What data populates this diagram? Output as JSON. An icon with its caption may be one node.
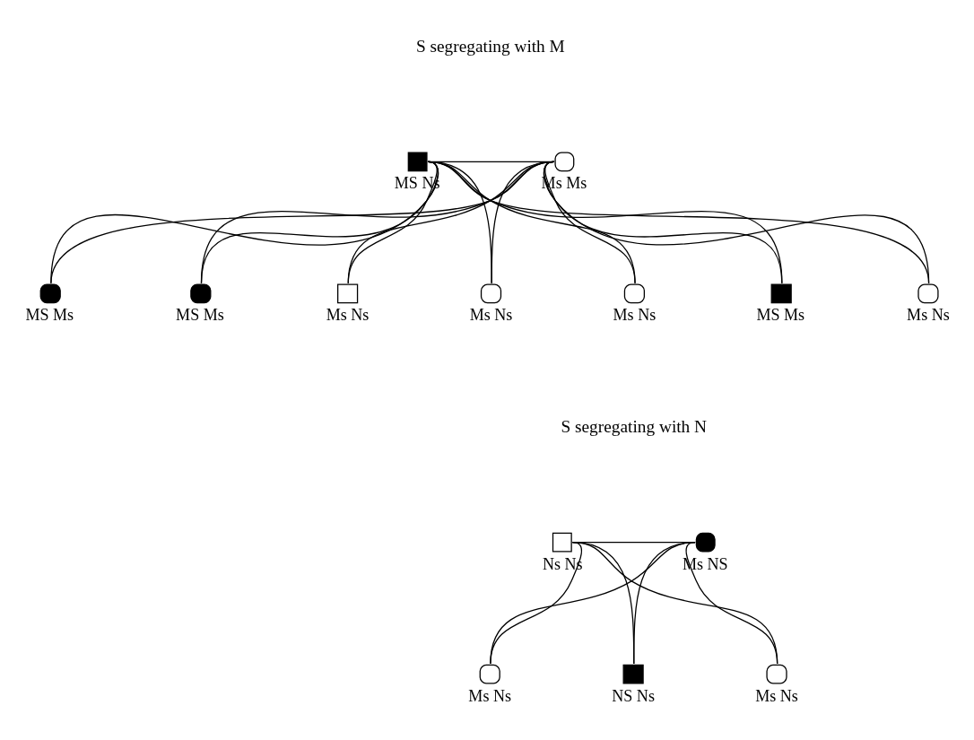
{
  "diagram": {
    "nodes": [
      {
        "text": [],
        "shape": "box",
        "beside": [
          "MS Ns"
        ]
      },
      {
        "text": [],
        "shape": "circle",
        "beside": [
          "Ms Ms"
        ]
      },
      {
        "text": [],
        "shape": "circle",
        "beside": [
          "MS Ms"
        ]
      },
      {
        "text": [],
        "shape": "box",
        "beside": [
          "Ms Ns"
        ]
      },
      {
        "text": [],
        "shape": "circle",
        "beside": [
          "Ms Ns"
        ]
      },
      {
        "text": [],
        "shape": "circle",
        "beside": [
          "Ms Ns"
        ]
      },
      {
        "text": [],
        "shape": "box",
        "beside": [
          "MS Ms"
        ]
      },
      {
        "text": [],
        "shape": "circle",
        "beside": [
          "Ms Ns"
        ]
      },
      {
        "text": [],
        "shape": "circle",
        "beside": [
          "MS Ms"
        ]
      },
      {
        "text": [],
        "shape": "box",
        "beside": [
          "Ns Ns"
        ]
      },
      {
        "text": [],
        "shape": "circle",
        "beside": [
          "Ms NS"
        ]
      },
      {
        "text": [],
        "shape": "circle",
        "beside": [
          "Ms Ns"
        ]
      },
      {
        "text": [],
        "shape": "box",
        "beside": [
          "NS Ns"
        ]
      },
      {
        "text": [],
        "shape": "circle",
        "beside": [
          "Ms Ns"
        ]
      }
    ],
    "edges": [
      {
        "from": 0,
        "to": 1,
        "arrow": "none"
      },
      {
        "from": 0,
        "to": 2,
        "arrow": "none"
      },
      {
        "from": 1,
        "to": 2,
        "arrow": "none"
      },
      {
        "from": 0,
        "to": 3,
        "arrow": "none"
      },
      {
        "from": 1,
        "to": 3,
        "arrow": "none"
      },
      {
        "from": 0,
        "to": 4,
        "arrow": "none"
      },
      {
        "from": 1,
        "to": 4,
        "arrow": "none"
      },
      {
        "from": 0,
        "to": 5,
        "arrow": "none"
      },
      {
        "from": 1,
        "to": 5,
        "arrow": "none"
      },
      {
        "from": 0,
        "to": 6,
        "arrow": "none"
      },
      {
        "from": 1,
        "to": 6,
        "arrow": "none"
      },
      {
        "from": 0,
        "to": 7,
        "arrow": "none"
      },
      {
        "from": 1,
        "to": 7,
        "arrow": "none"
      },
      {
        "from": 0,
        "to": 8,
        "arrow": "none"
      },
      {
        "from": 1,
        "to": 8,
        "arrow": "none"
      },
      {
        "from": 9,
        "to": 10,
        "arrow": "none"
      },
      {
        "from": 9,
        "to": 11,
        "arrow": "none"
      },
      {
        "from": 10,
        "to": 11,
        "arrow": "none"
      },
      {
        "from": 9,
        "to": 12,
        "arrow": "none"
      },
      {
        "from": 10,
        "to": 12,
        "arrow": "none"
      },
      {
        "from": 9,
        "to": 13,
        "arrow": "none"
      },
      {
        "from": 10,
        "to": 13,
        "arrow": "none"
      }
    ],
    "labels": [
      "S segregating with M",
      "S segregating with N"
    ]
  }
}
